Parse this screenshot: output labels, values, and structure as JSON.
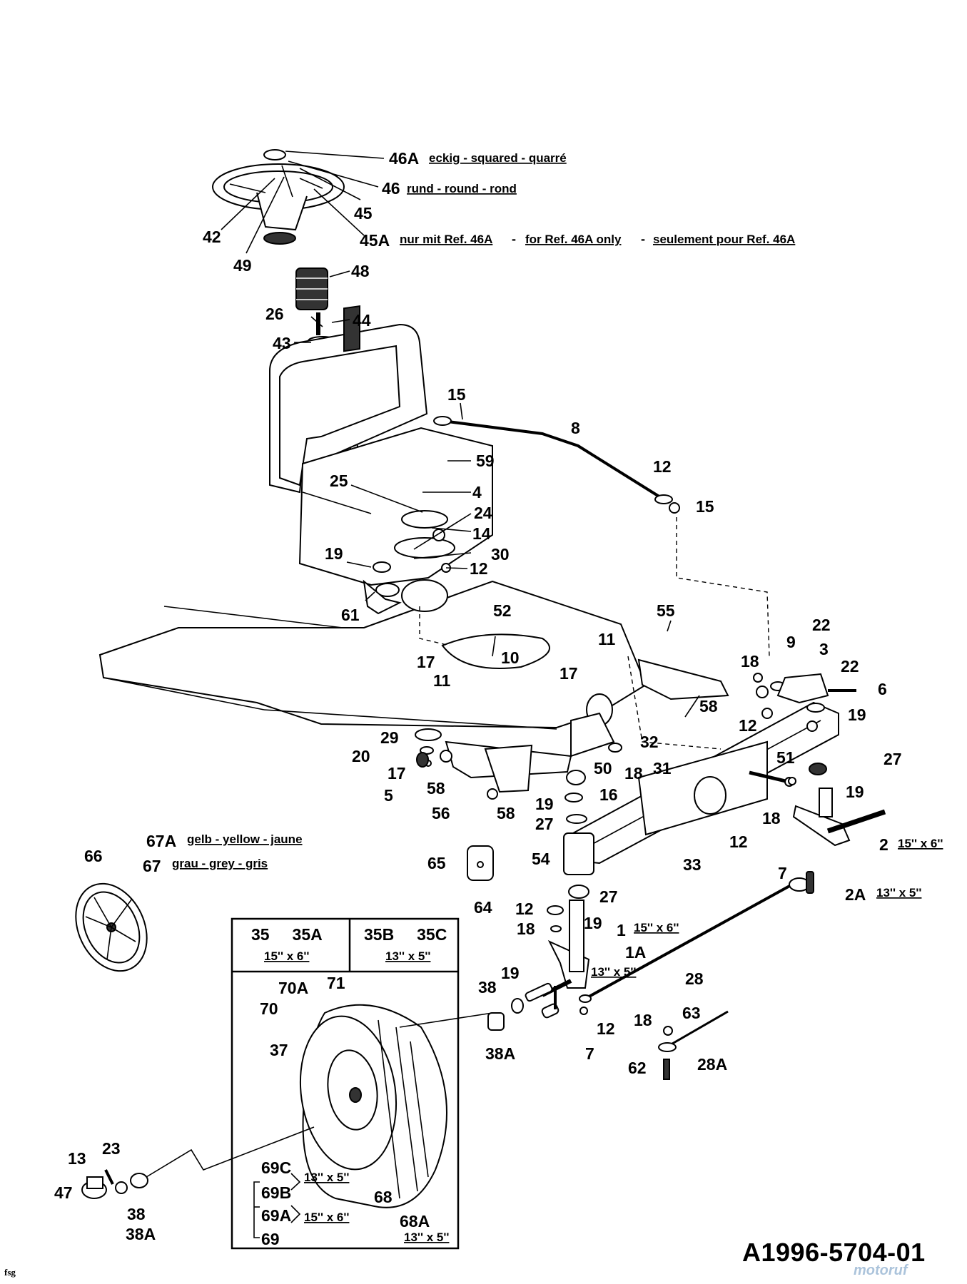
{
  "labels": {
    "p46A": "46A",
    "p46": "46",
    "p45": "45",
    "p45A": "45A",
    "p42": "42",
    "p49": "49",
    "p48": "48",
    "p26": "26",
    "p44": "44",
    "p43": "43",
    "p15a": "15",
    "p8": "8",
    "p59": "59",
    "p25": "25",
    "p4": "4",
    "p12a": "12",
    "p15b": "15",
    "p24": "24",
    "p14": "14",
    "p30": "30",
    "p19a": "19",
    "p12b": "12",
    "p61": "61",
    "p52": "52",
    "p55": "55",
    "p11a": "11",
    "p10": "10",
    "p17a": "17",
    "p17b": "17",
    "p11b": "11",
    "p22a": "22",
    "p9": "9",
    "p3": "3",
    "p18a": "18",
    "p22b": "22",
    "p6": "6",
    "p58a": "58",
    "p12c": "12",
    "p19b": "19",
    "p29": "29",
    "p20": "20",
    "p32": "32",
    "p17c": "17",
    "p50": "50",
    "p18b": "18",
    "p31": "31",
    "p27a": "27",
    "p51": "51",
    "p5": "5",
    "p58b": "58",
    "p56": "56",
    "p58c": "58",
    "p16": "16",
    "p19c": "19",
    "p27b": "27",
    "p19d": "19",
    "p18c": "18",
    "p12d": "12",
    "p2": "2",
    "p66": "66",
    "p67A": "67A",
    "p67": "67",
    "p65": "65",
    "p54": "54",
    "p33": "33",
    "p7a": "7",
    "p2A": "2A",
    "p64": "64",
    "p27c": "27",
    "p12e": "12",
    "p18d": "18",
    "p19e": "19",
    "p1": "1",
    "p1A": "1A",
    "p28": "28",
    "p38a": "38",
    "p19f": "19",
    "p70A": "70A",
    "p71": "71",
    "p70": "70",
    "p12f": "12",
    "p38Aa": "38A",
    "p7b": "7",
    "p18e": "18",
    "p63": "63",
    "p37": "37",
    "p62": "62",
    "p28A": "28A",
    "p13": "13",
    "p23": "23",
    "p47": "47",
    "p38b": "38",
    "p38Ab": "38A",
    "p69C": "69C",
    "p69B": "69B",
    "p69A": "69A",
    "p69": "69",
    "p68": "68",
    "p68A": "68A"
  },
  "notes": {
    "n46A": "eckig - squared - quarré",
    "n46": "rund - round - rond",
    "n45A_1": "nur mit Ref. 46A",
    "n45A_2": "for Ref. 46A only",
    "n45A_3": "seulement pour Ref. 46A",
    "n67A": "gelb - yellow - jaune",
    "n67": "grau - grey - gris",
    "size2": "15'' x 6''",
    "size2A": "13'' x 5''",
    "size1": "15'' x 6''",
    "size1A": "13'' x 5''",
    "size68A": "13'' x 5''",
    "size69BC": "13'' x 5''",
    "size69A": "15'' x 6''"
  },
  "wheel_table": {
    "header_left": "35     35A",
    "header_right": "35B     35C",
    "size_left": "15'' x 6''",
    "size_right": "13'' x 5''"
  },
  "document_number": "A1996-5704-01",
  "corner_mark": "fsg",
  "watermark": "motoruf"
}
